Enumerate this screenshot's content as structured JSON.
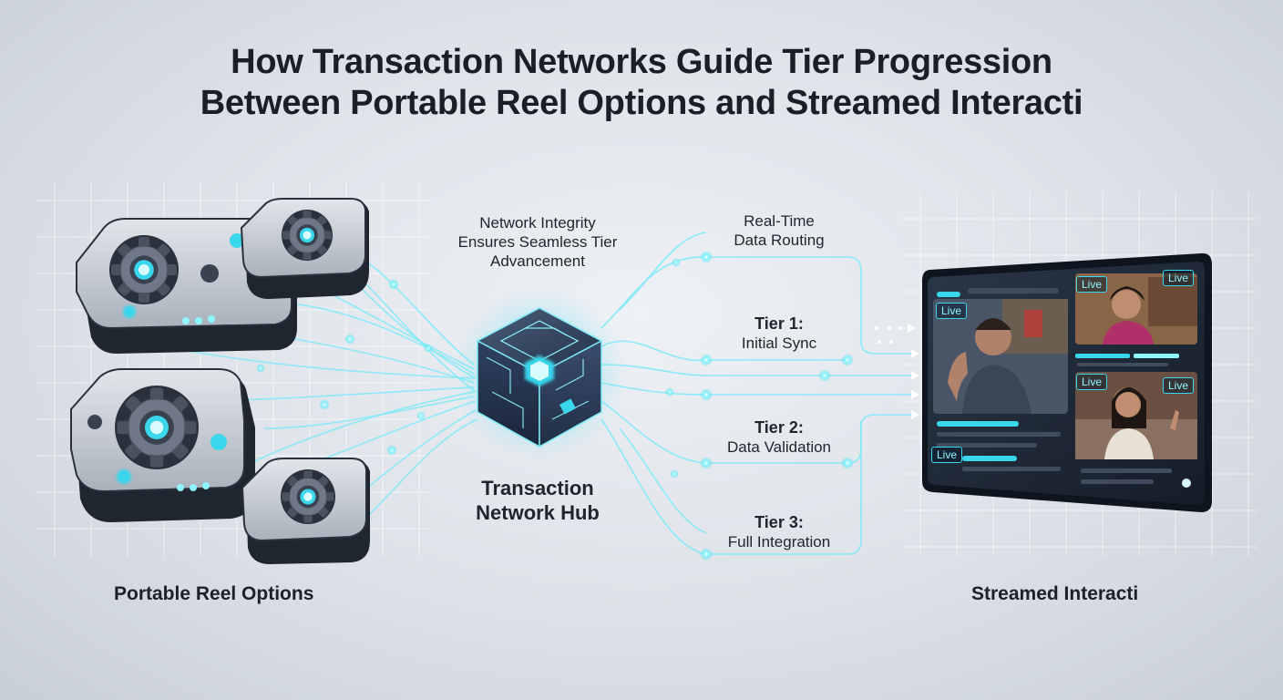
{
  "title": {
    "line1": "How Transaction Networks Guide Tier Progression",
    "line2": "Between Portable Reel Options and Streamed Interacti"
  },
  "left_section": {
    "label": "Portable Reel Options",
    "device_icon": "gear-reel-device-icon"
  },
  "integrity_note": {
    "line1": "Network Integrity",
    "line2": "Ensures Seamless Tier",
    "line3": "Advancement"
  },
  "hub": {
    "line1": "Transaction",
    "line2": "Network Hub",
    "icon": "circuit-cube-icon"
  },
  "routing": {
    "line1": "Real-Time",
    "line2": "Data Routing"
  },
  "tiers": [
    {
      "name": "Tier 1:",
      "desc": "Initial Sync"
    },
    {
      "name": "Tier 2:",
      "desc": "Data Validation"
    },
    {
      "name": "Tier 3:",
      "desc": "Full Integration"
    }
  ],
  "right_section": {
    "label": "Streamed Interacti",
    "live_badge": "Live",
    "screen_icon": "video-stream-monitor-icon"
  },
  "colors": {
    "accent": "#39d6ec",
    "glow": "#7fe9f7",
    "device_body": "#c4c9d1",
    "device_dark": "#2c3440",
    "screen_bg": "#1f2a38"
  }
}
